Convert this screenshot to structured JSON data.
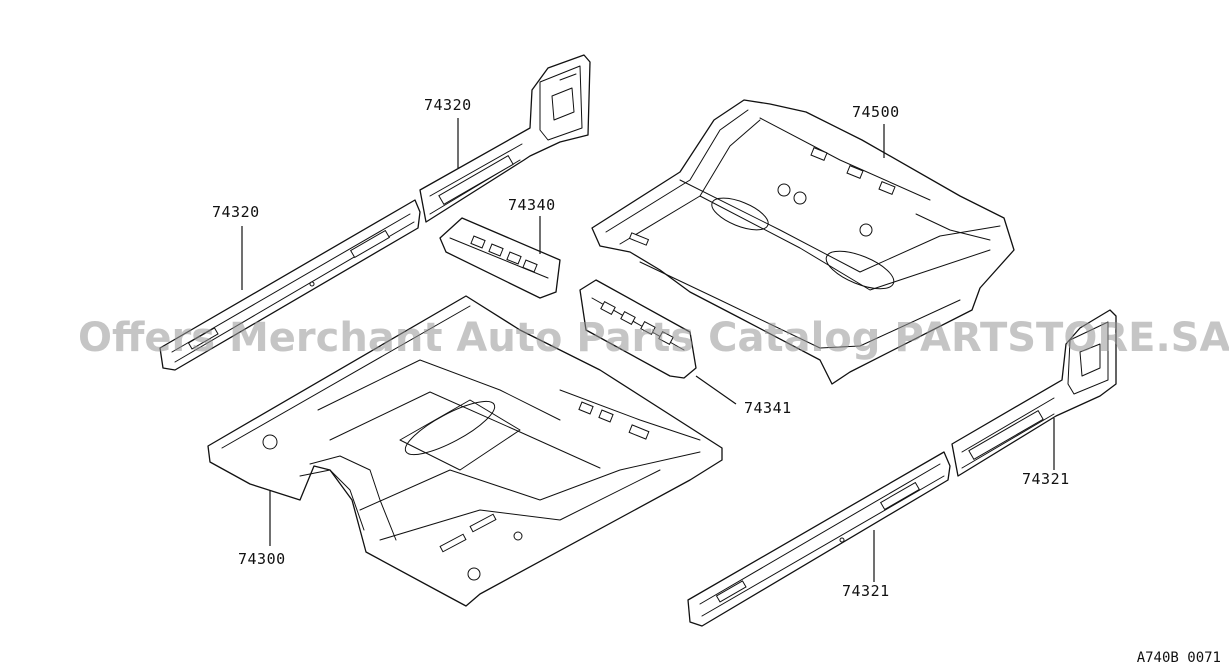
{
  "diagram": {
    "callouts": [
      {
        "id": "c1",
        "label": "74320"
      },
      {
        "id": "c2",
        "label": "74320"
      },
      {
        "id": "c3",
        "label": "74340"
      },
      {
        "id": "c4",
        "label": "74500"
      },
      {
        "id": "c5",
        "label": "74341"
      },
      {
        "id": "c6",
        "label": "74300"
      },
      {
        "id": "c7",
        "label": "74321"
      },
      {
        "id": "c8",
        "label": "74321"
      }
    ],
    "watermark": "Offers Merchant Auto Parts Catalog PARTSTORE.SA",
    "diagram_code": "A740B 0071"
  }
}
